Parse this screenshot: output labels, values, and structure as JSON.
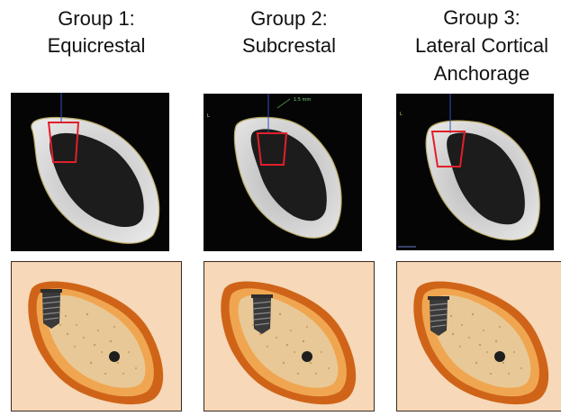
{
  "groups": [
    {
      "title_line1": "Group 1:",
      "title_line2": "Equicrestal",
      "title_line3": ""
    },
    {
      "title_line1": "Group 2:",
      "title_line2": "Subcrestal",
      "title_line3": "",
      "ct_scale_label": "1.5 mm"
    },
    {
      "title_line1": "Group 3:",
      "title_line2": "Lateral Cortical",
      "title_line3": "Anchorage"
    }
  ],
  "colors": {
    "implant_box": "#e0202a",
    "drawing_background": "#f7d8b8",
    "cortical_outer": "#cf6418",
    "cortical_inner": "#f0a650",
    "trabecular_bone": "#e8c896",
    "implant": "#3a3a3a"
  },
  "icons": [
    "implant-screw-icon",
    "nerve-canal-icon"
  ]
}
